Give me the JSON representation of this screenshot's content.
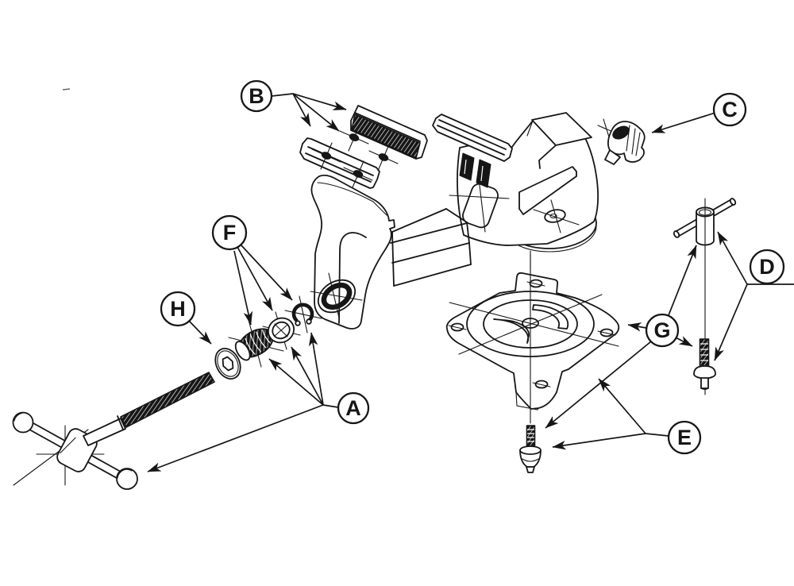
{
  "figure": {
    "kind": "exploded-parts-diagram",
    "colors": {
      "line": "#161616",
      "background": "#ffffff"
    }
  },
  "callouts": {
    "a": "A",
    "b": "B",
    "c": "C",
    "d": "D",
    "e": "E",
    "f": "F",
    "g": "G",
    "h": "H"
  }
}
